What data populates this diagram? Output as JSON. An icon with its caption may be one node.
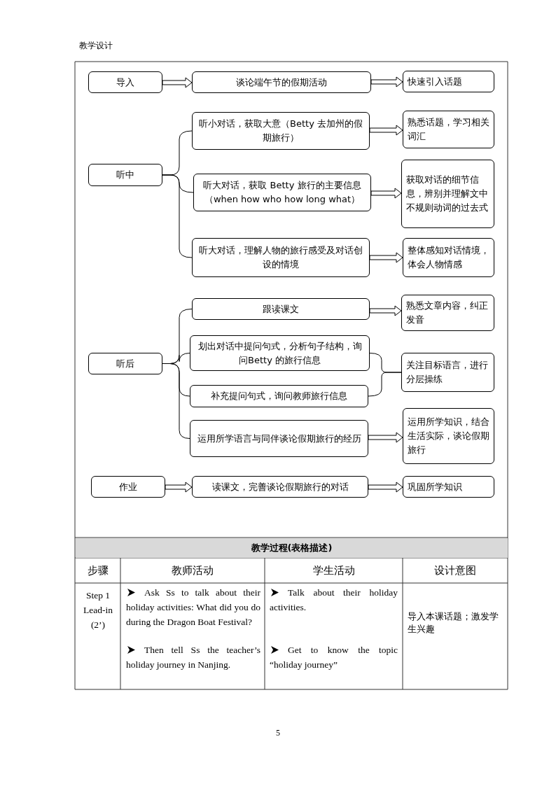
{
  "diagram": {
    "nodes": [
      {
        "text": [
          "导入"
        ]
      },
      {
        "text": [
          "谈论端午节的假期活动"
        ]
      },
      {
        "text": [
          "快速引入话题"
        ]
      },
      {
        "text": [
          "听中"
        ]
      },
      {
        "text": [
          "听小对话，获取大意（Betty 去加州的假期旅行）"
        ]
      },
      {
        "text": [
          "熟悉话题，学习相关词汇"
        ]
      },
      {
        "text": [
          "听大对话，获取 Betty 旅行的主要信息（when how who how long what）"
        ]
      },
      {
        "text": [
          "获取对话的细节信息，辨别并理解文中不规则动词的过去式"
        ]
      },
      {
        "text": [
          "听大对话，理解人物的旅行感受及对话创设的情境"
        ]
      },
      {
        "text": [
          "整体感知对话情境，体会人物情感"
        ]
      },
      {
        "text": [
          "听后"
        ]
      },
      {
        "text": [
          "跟读课文"
        ]
      },
      {
        "text": [
          "熟悉文章内容，纠正发音"
        ]
      },
      {
        "text": [
          "划出对话中提问句式，分析句子结构，询问Betty 的旅行信息"
        ]
      },
      {
        "text": [
          "补充提问句式，询问教师旅行信息"
        ]
      },
      {
        "text": [
          "关注目标语言，进行分层操练"
        ]
      },
      {
        "text": [
          "运用所学语言与同伴谈论假期旅行的经历"
        ]
      },
      {
        "text": [
          "运用所学知识，结合生活实际，谈论假期旅行"
        ]
      },
      {
        "text": [
          "作业"
        ]
      },
      {
        "text": [
          "读课文，完善谈论假期旅行的对话"
        ]
      },
      {
        "text": [
          "巩固所学知识"
        ]
      }
    ],
    "edges": [
      {
        "from": 0,
        "to": 1,
        "arrow": "to"
      },
      {
        "from": 1,
        "to": 2,
        "arrow": "to"
      },
      {
        "from": 3,
        "to": 4,
        "arrow": "none"
      },
      {
        "from": 3,
        "to": 6,
        "arrow": "none"
      },
      {
        "from": 3,
        "to": 8,
        "arrow": "none"
      },
      {
        "from": 4,
        "to": 5,
        "arrow": "to"
      },
      {
        "from": 6,
        "to": 7,
        "arrow": "to"
      },
      {
        "from": 8,
        "to": 9,
        "arrow": "to"
      },
      {
        "from": 10,
        "to": 11,
        "arrow": "none"
      },
      {
        "from": 10,
        "to": 13,
        "arrow": "none"
      },
      {
        "from": 10,
        "to": 14,
        "arrow": "none"
      },
      {
        "from": 10,
        "to": 16,
        "arrow": "none"
      },
      {
        "from": 11,
        "to": 12,
        "arrow": "to"
      },
      {
        "from": 13,
        "to": 15,
        "arrow": "none"
      },
      {
        "from": 14,
        "to": 15,
        "arrow": "none"
      },
      {
        "from": 16,
        "to": 17,
        "arrow": "to"
      },
      {
        "from": 18,
        "to": 19,
        "arrow": "to"
      },
      {
        "from": 19,
        "to": 20,
        "arrow": "to"
      }
    ],
    "labels": [
      "教学设计",
      "教学过程(表格描述)",
      "步骤",
      "教师活动",
      "学生活动",
      "设计意图",
      "Step 1 Lead-in (2’)",
      "Ask Ss to talk about their holiday activities: What did you do during the Dragon Boat Festival?",
      "Then tell Ss the teacher’s holiday journey in Nanjing.",
      "Talk about their holiday activities.",
      "Get to know the topic “holiday journey”",
      "导入本课话题；激发学生兴趣",
      "5"
    ]
  }
}
